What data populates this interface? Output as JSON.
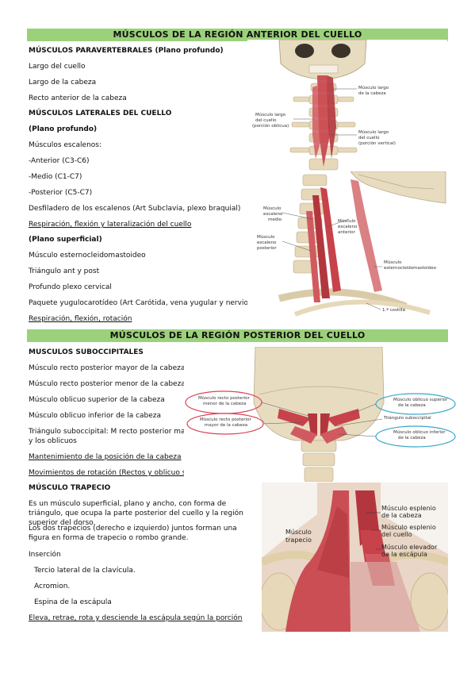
{
  "sections": {
    "anterior": {
      "title": "MÚSCULOS DE LA REGIÓN ANTERIOR DEL CUELLO",
      "lines": [
        "MÚSCULOS PARAVERTEBRALES (Plano profundo)",
        "Largo del cuello",
        "Largo de la cabeza",
        "Recto anterior de la cabeza",
        "MÚSCULOS LATERALES DEL CUELLO",
        "(Plano profundo)",
        "Músculos escalenos:",
        "-Anterior (C3-C6)",
        "-Medio (C1-C7)",
        "-Posterior (C5-C7)",
        "Desfiladero de los escalenos (Art Subclavia, plexo braquial)",
        "Respiración, flexión y lateralización del cuello",
        "(Plano superficial)",
        "Músculo esternocleidomastoideo",
        "Triángulo ant y post",
        "Profundo plexo cervical",
        "Paquete yugulocarotídeo (Art Carótida, vena yugular y nervio vago)",
        "Respiración, flexión, rotación"
      ]
    },
    "posterior": {
      "title": "MÚSCULOS DE LA REGIÓN POSTERIOR DEL CUELLO",
      "lines": [
        "MUSCULOS SUBOCCIPITALES",
        "Músculo recto posterior mayor de la cabeza",
        "Músculo recto posterior menor de la cabeza",
        "Músculo oblicuo superior de la cabeza",
        "Músculo oblicuo inferior de la cabeza",
        "Triángulo suboccipital: M recto posterior mayor",
        "y los oblicuos",
        "Mantenimiento de la posición de la cabeza",
        "Movimientos de rotación (Rectos y oblicuo sup)",
        "MÚSCULO TRAPECIO"
      ],
      "paragraph1": "Es un músculo superficial, plano y ancho, con forma de triángulo, que ocupa la parte posterior del cuello y la región superior del dorso.",
      "paragraph2": "Los dos trapecios (derecho e izquierdo) juntos forman una figura en forma de trapecio o rombo grande.",
      "insercion_label": "Inserción",
      "insercion_items": [
        "Tercio lateral de la clavícula.",
        "Acromion.",
        "Espina de la escápula"
      ],
      "function": "Eleva, retrae, rota y desciende la escápula según la porción"
    }
  },
  "figures": {
    "fig1": {
      "labels": [
        "Músculo largo",
        "de la cabeza",
        "Músculo largo",
        "del cuello",
        "(porción oblicua)",
        "Músculo largo",
        "del cuello",
        "(porción vertical)"
      ]
    },
    "fig2": {
      "labels": [
        "Músculo",
        "escaleno",
        "medio",
        "Músculo",
        "escaleno",
        "anterior",
        "Músculo",
        "escaleno",
        "posterior",
        "Músculo",
        "esternocleidomastoideo",
        "1.ª costilla"
      ]
    },
    "fig3": {
      "labels": [
        "Músculo recto posterior",
        "menor de la cabeza",
        "Músculo recto posterior",
        "mayor de la cabeza",
        "Músculo oblicuo superior",
        "de la cabeza",
        "Triángulo suboccipital",
        "Músculo oblicuo inferior",
        "de la cabeza"
      ]
    },
    "fig4": {
      "labels": [
        "Músculo",
        "trapecio",
        "Músculo esplenio",
        "de la cabeza",
        "Músculo esplenio",
        "del cuello",
        "Músculo elevador",
        "de la escápula"
      ]
    }
  },
  "colors": {
    "band": "#9bd17a",
    "muscle": "#c8424a",
    "bone": "#e8dcc0",
    "circle_red": "#d9445a",
    "circle_blue": "#3aa6c9"
  }
}
